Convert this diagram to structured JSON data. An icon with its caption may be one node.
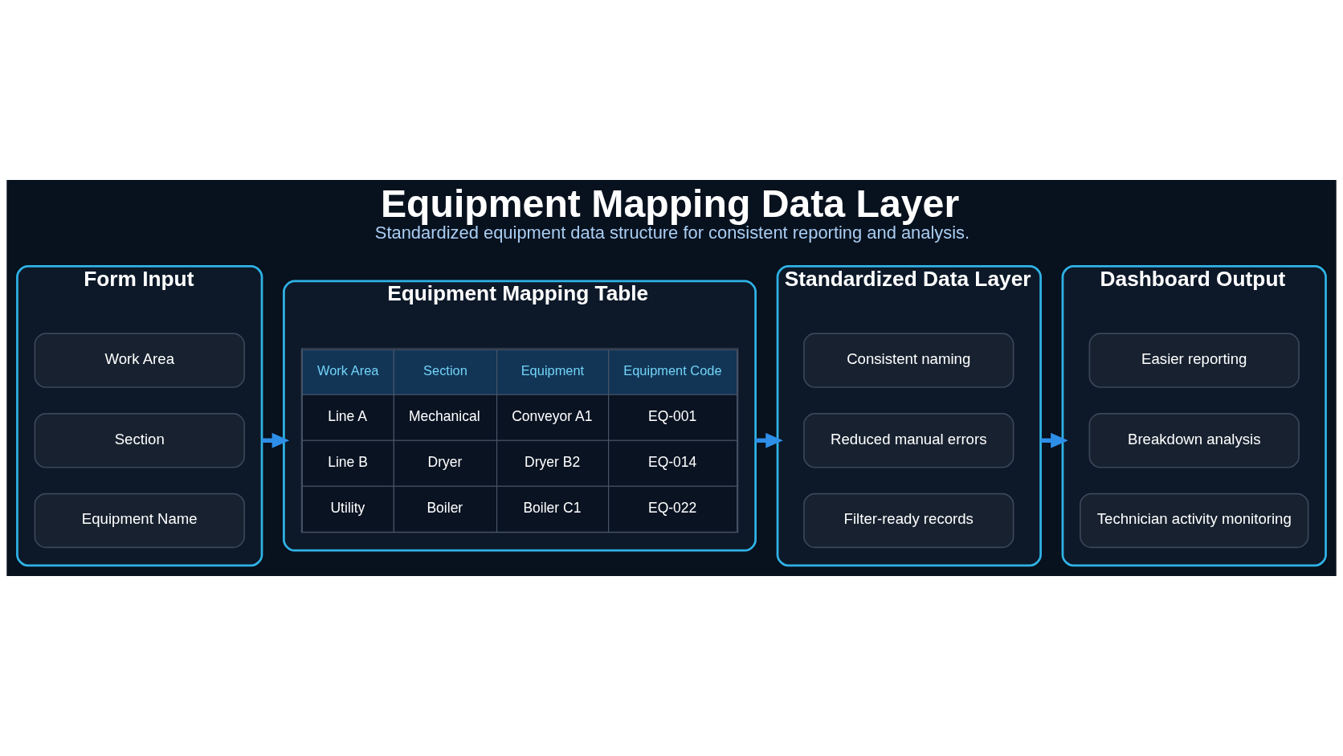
{
  "diagram": {
    "title": "Equipment Mapping Data Layer",
    "caption": "Standardized equipment data structure for consistent reporting and analysis.",
    "nodes": [
      {
        "text": [
          "Form Input"
        ]
      },
      {
        "text": [
          "Work Area"
        ],
        "in": 0
      },
      {
        "text": [
          "Section"
        ],
        "in": 0
      },
      {
        "text": [
          "Equipment Name"
        ],
        "in": 0
      },
      {
        "text": [
          "Equipment Mapping Table"
        ]
      },
      {
        "text": [
          "Standardized Data Layer"
        ]
      },
      {
        "text": [
          "Consistent naming"
        ],
        "in": 5
      },
      {
        "text": [
          "Reduced manual errors"
        ],
        "in": 5
      },
      {
        "text": [
          "Filter-ready records"
        ],
        "in": 5
      },
      {
        "text": [
          "Dashboard Output"
        ]
      },
      {
        "text": [
          "Easier reporting"
        ],
        "in": 9
      },
      {
        "text": [
          "Breakdown analysis"
        ],
        "in": 9
      },
      {
        "text": [
          "Technician activity monitoring"
        ],
        "in": 9
      }
    ],
    "edges": [
      {
        "from": 0,
        "to": 4,
        "arrow": "to"
      },
      {
        "from": 4,
        "to": 5,
        "arrow": "to"
      },
      {
        "from": 5,
        "to": 9,
        "arrow": "to"
      }
    ],
    "labels": [
      "Work Area",
      "Section",
      "Equipment",
      "Equipment Code",
      "Line A",
      "Mechanical",
      "Conveyor A1",
      "EQ-001",
      "Line B",
      "Dryer",
      "Dryer B2",
      "EQ-014",
      "Utility",
      "Boiler",
      "Boiler C1",
      "EQ-022"
    ]
  }
}
